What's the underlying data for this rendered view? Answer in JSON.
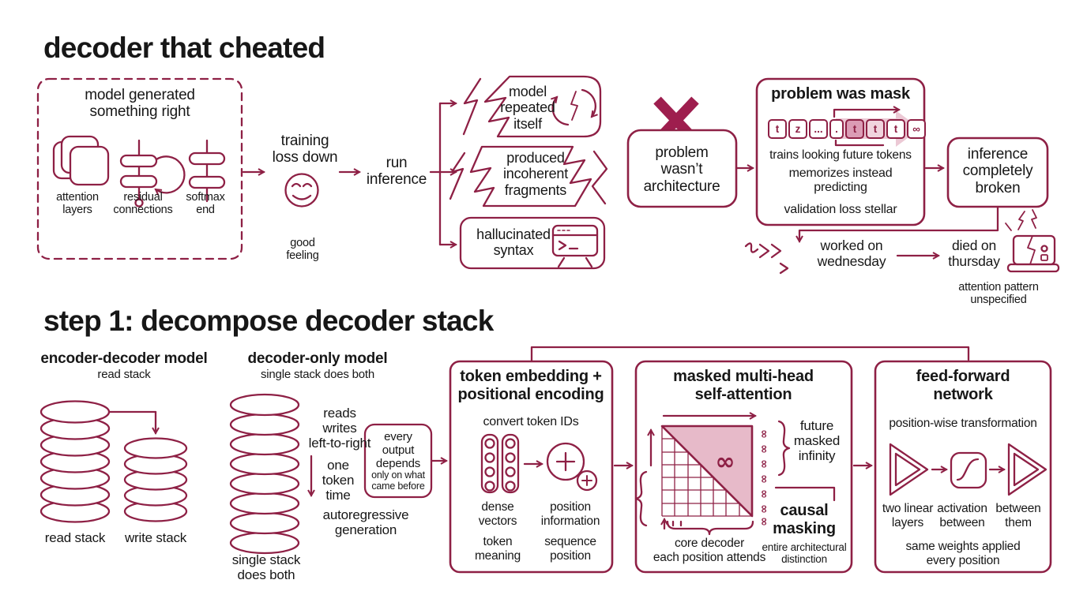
{
  "colors": {
    "accent": "#8e2045",
    "cross": "#9e1e4e",
    "pink_fill": "#ecc9d5",
    "pink_triangle": "#e7bac9",
    "token_hl_dark": "#db9cb5",
    "token_hl_light": "#f0d4de"
  },
  "top": {
    "title": "decoder that cheated",
    "generated_box": {
      "title": "model generated\nsomething right",
      "items": [
        "attention\nlayers",
        "residual\nconnections",
        "softmax\nend"
      ]
    },
    "training_loss": "training\nloss down",
    "good_feeling": "good\nfeeling",
    "run_inference": "run\ninference",
    "failures": [
      "model\nrepeated\nitself",
      "produced\nincoherent\nfragments",
      "hallucinated\nsyntax"
    ],
    "problem_wasnt": "problem\nwasn’t\narchitecture",
    "mask_box": {
      "title": "problem was mask",
      "tokens": [
        "t",
        "z",
        "...",
        ".",
        "t",
        "t",
        "t",
        "∞"
      ],
      "line1": "trains looking future tokens",
      "line2": "memorizes instead\npredicting",
      "line3": "validation loss stellar"
    },
    "inference_broken": "inference\ncompletely\nbroken",
    "worked": "worked on\nwednesday",
    "died": "died on\nthursday",
    "attention_pattern": "attention pattern\nunspecified"
  },
  "step1": {
    "title": "step 1: decompose decoder stack",
    "encoder_decoder": {
      "title": "encoder-decoder model",
      "subtitle": "read stack",
      "read_label": "read stack",
      "write_label": "write stack"
    },
    "decoder_only": {
      "title": "decoder-only model",
      "subtitle": "single stack does both",
      "reads": "reads\nwrites\nleft-to-right",
      "one_token": "one\ntoken\ntime",
      "autoregressive": "autoregressive\ngeneration",
      "depends_main": "every\noutput\ndepends",
      "depends_sub": "only on what\ncame before",
      "stack_label": "single stack\ndoes both"
    },
    "embedding": {
      "title": "token embedding +\npositional encoding",
      "subtitle": "convert token IDs",
      "dense": "dense\nvectors",
      "position": "position\ninformation",
      "meaning": "token\nmeaning",
      "sequence": "sequence\nposition"
    },
    "attention": {
      "title": "masked multi-head\nself-attention",
      "future": "future\nmasked\ninfinity",
      "causal": "causal\nmasking",
      "causal_sub": "entire architectural\ndistinction",
      "core": "core decoder\neach position attends",
      "infinity": "∞"
    },
    "ffn": {
      "title": "feed-forward\nnetwork",
      "subtitle": "position-wise transformation",
      "l1": "two linear\nlayers",
      "l2": "activation\nbetween",
      "l3": "between\nthem",
      "footer": "same weights applied\nevery position"
    }
  }
}
